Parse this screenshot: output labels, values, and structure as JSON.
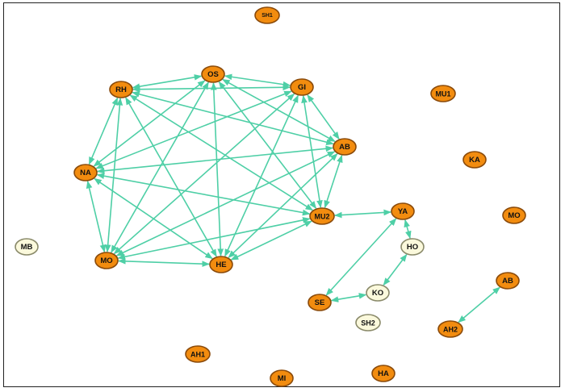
{
  "colors": {
    "edge": "#4ecfa6",
    "node_orange_fill": "#f28c0f",
    "node_orange_stroke": "#8a4a0a",
    "node_light_fill": "#fbf9dc",
    "node_light_stroke": "#8a8a6a"
  },
  "nodes": [
    {
      "id": "OS",
      "label": "OS",
      "style": "orange"
    },
    {
      "id": "RH",
      "label": "RH",
      "style": "orange"
    },
    {
      "id": "GI",
      "label": "GI",
      "style": "orange"
    },
    {
      "id": "AB",
      "label": "AB",
      "style": "orange"
    },
    {
      "id": "NA",
      "label": "NA",
      "style": "orange"
    },
    {
      "id": "MU2",
      "label": "MU2",
      "style": "orange"
    },
    {
      "id": "MO",
      "label": "MO",
      "style": "orange"
    },
    {
      "id": "HE",
      "label": "HE",
      "style": "orange"
    },
    {
      "id": "YA",
      "label": "YA",
      "style": "orange"
    },
    {
      "id": "HO",
      "label": "HO",
      "style": "light"
    },
    {
      "id": "KO",
      "label": "KO",
      "style": "light"
    },
    {
      "id": "SE",
      "label": "SE",
      "style": "orange"
    },
    {
      "id": "AB_2",
      "label": "AB",
      "style": "orange"
    },
    {
      "id": "AH2",
      "label": "AH2",
      "style": "orange"
    },
    {
      "id": "SH1",
      "label": "SH1",
      "style": "orange"
    },
    {
      "id": "MU1",
      "label": "MU1",
      "style": "orange"
    },
    {
      "id": "KA",
      "label": "KA",
      "style": "orange"
    },
    {
      "id": "MO_2",
      "label": "MO",
      "style": "orange"
    },
    {
      "id": "MB",
      "label": "MB",
      "style": "light"
    },
    {
      "id": "SH2",
      "label": "SH2",
      "style": "light"
    },
    {
      "id": "AH1",
      "label": "AH1",
      "style": "orange"
    },
    {
      "id": "MI",
      "label": "MI",
      "style": "orange"
    },
    {
      "id": "HA",
      "label": "HA",
      "style": "orange"
    }
  ],
  "edges": [
    [
      "OS",
      "RH"
    ],
    [
      "OS",
      "GI"
    ],
    [
      "OS",
      "AB"
    ],
    [
      "OS",
      "NA"
    ],
    [
      "OS",
      "MU2"
    ],
    [
      "OS",
      "MO"
    ],
    [
      "OS",
      "HE"
    ],
    [
      "RH",
      "GI"
    ],
    [
      "RH",
      "AB"
    ],
    [
      "RH",
      "NA"
    ],
    [
      "RH",
      "MU2"
    ],
    [
      "RH",
      "MO"
    ],
    [
      "RH",
      "HE"
    ],
    [
      "GI",
      "AB"
    ],
    [
      "GI",
      "NA"
    ],
    [
      "GI",
      "MU2"
    ],
    [
      "GI",
      "MO"
    ],
    [
      "GI",
      "HE"
    ],
    [
      "AB",
      "NA"
    ],
    [
      "AB",
      "MU2"
    ],
    [
      "AB",
      "MO"
    ],
    [
      "AB",
      "HE"
    ],
    [
      "NA",
      "MU2"
    ],
    [
      "NA",
      "MO"
    ],
    [
      "NA",
      "HE"
    ],
    [
      "MU2",
      "MO"
    ],
    [
      "MU2",
      "HE"
    ],
    [
      "MO",
      "HE"
    ],
    [
      "MU2",
      "YA"
    ],
    [
      "YA",
      "HO"
    ],
    [
      "YA",
      "SE"
    ],
    [
      "HO",
      "KO"
    ],
    [
      "KO",
      "SE"
    ],
    [
      "AB_2",
      "AH2"
    ]
  ]
}
